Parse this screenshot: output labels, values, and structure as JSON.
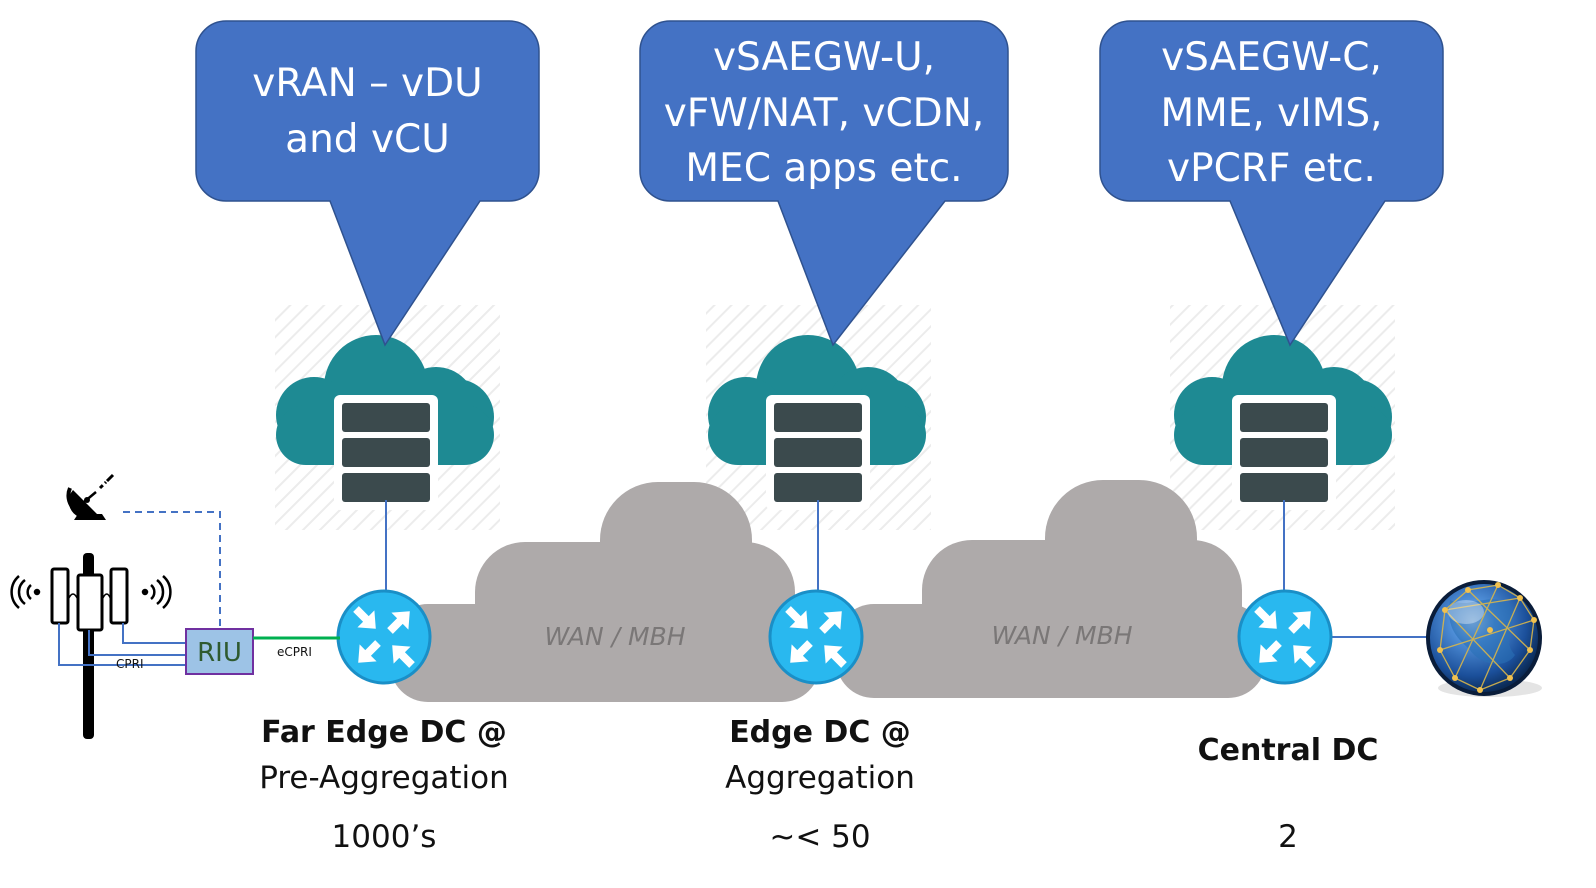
{
  "diagram": {
    "callouts": [
      {
        "id": "far-edge",
        "lines": [
          "vRAN – vDU",
          "and vCU"
        ]
      },
      {
        "id": "edge",
        "lines": [
          "vSAEGW-U,",
          "vFW/NAT, vCDN,",
          "MEC apps etc."
        ]
      },
      {
        "id": "central",
        "lines": [
          "vSAEGW-C,",
          "MME, vIMS,",
          "vPCRF etc."
        ]
      }
    ],
    "wan_clouds": [
      {
        "label": "WAN / MBH"
      },
      {
        "label": "WAN / MBH"
      }
    ],
    "sites": [
      {
        "id": "far-edge",
        "title": "Far Edge DC @",
        "subtitle": "Pre-Aggregation",
        "count": "1000’s"
      },
      {
        "id": "edge",
        "title": "Edge DC @",
        "subtitle": "Aggregation",
        "count": "~< 50"
      },
      {
        "id": "central",
        "title": "Central DC",
        "subtitle": "",
        "count": "2"
      }
    ],
    "cell_site": {
      "riu_label": "RIU",
      "cpri_label": "CPRI",
      "ecpri_label": "eCPRI"
    },
    "icons": {
      "satellite": "satellite-dish-icon",
      "radio_waves": "radio-waves-icon",
      "cloud_dc": "cloud-server-icon",
      "router": "router-icon",
      "internet": "globe-icon"
    },
    "colors": {
      "callout_fill": "#4472c4",
      "callout_stroke": "#2f528f",
      "cloud_dc": "#1e8a93",
      "server": "#3b4a4d",
      "wan_cloud": "#aeaaaa",
      "router": "#29b8ef",
      "riu_fill": "#9dc3e6",
      "riu_stroke": "#7030a0",
      "link_blue": "#4472c4",
      "link_green": "#00b050"
    }
  }
}
